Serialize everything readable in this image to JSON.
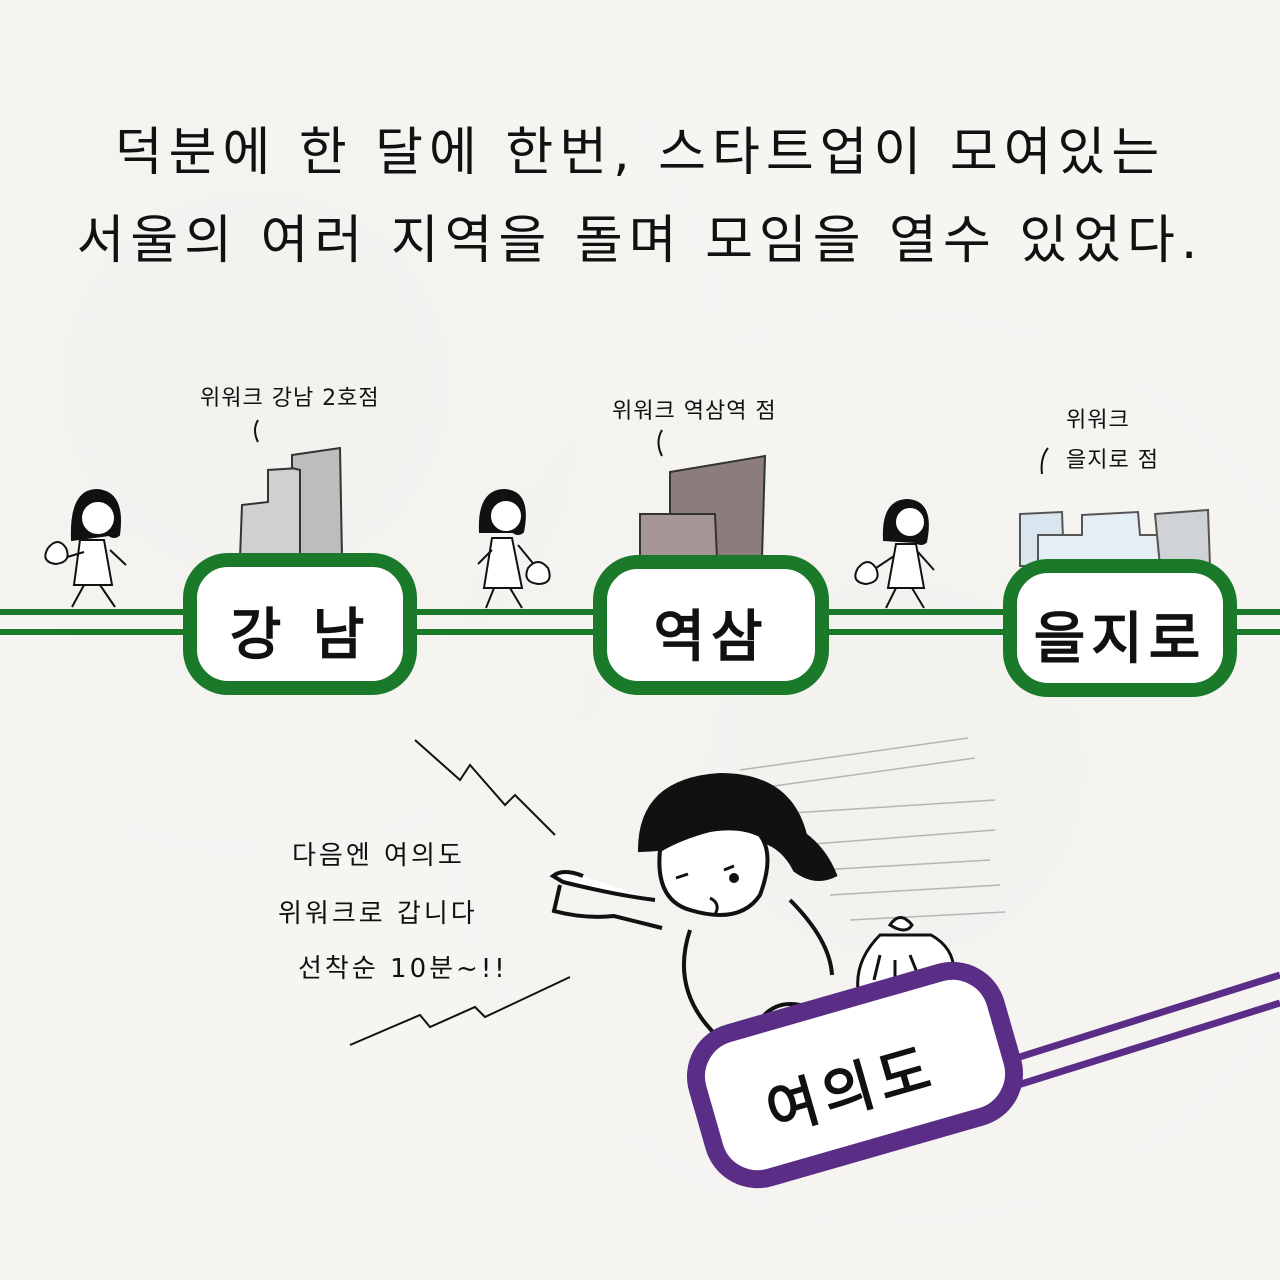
{
  "headline": {
    "line1": "덕분에 한 달에 한번, 스타트업이 모여있는",
    "line2": "서울의 여러 지역을 돌며 모임을 열수 있었다."
  },
  "colors": {
    "line2_green": "#1a7a2a",
    "line5_purple": "#5a2d86",
    "paper": "#f6f5f2",
    "ink": "#111111"
  },
  "stations": {
    "gangnam": {
      "label": "강 남",
      "tag": "위워크 강남 2호점"
    },
    "yeoksam": {
      "label": "역삼",
      "tag": "위워크 역삼역 점"
    },
    "euljiro": {
      "label": "을지로",
      "tag_line1": "위워크",
      "tag_line2": "을지로 점"
    },
    "yeouido": {
      "label": "여의도"
    }
  },
  "speech": {
    "line1": "다음엔 여의도",
    "line2": "위워크로 갑니다",
    "line3": "선착순 10분~!!"
  }
}
